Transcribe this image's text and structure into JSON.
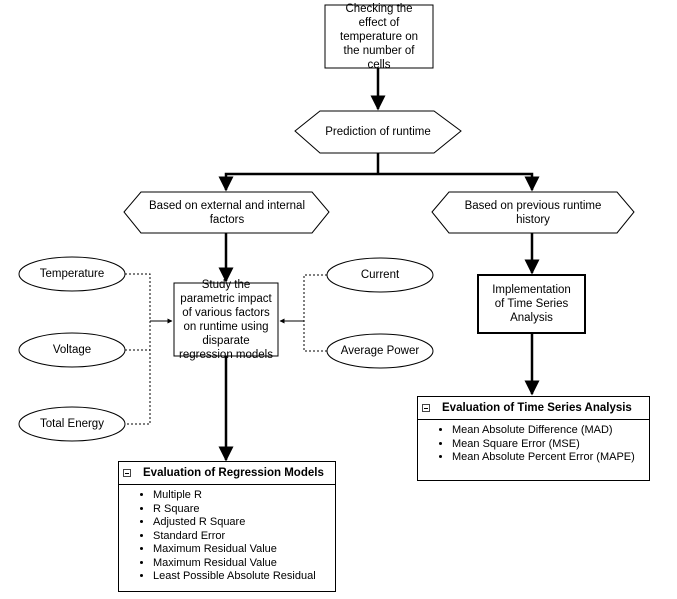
{
  "nodes": {
    "top": "Checking the effect of temperature on the number of cells",
    "decision": "Prediction of runtime",
    "left_branch": "Based on external and internal factors",
    "right_branch": "Based on previous runtime history",
    "study": "Study the parametric impact of various factors on runtime using disparate regression models",
    "ts_impl": "Implementation of Time Series Analysis",
    "temperature": "Temperature",
    "voltage": "Voltage",
    "total_energy": "Total Energy",
    "current": "Current",
    "average_power": "Average Power"
  },
  "regression_panel": {
    "title": "Evaluation of Regression Models",
    "items": [
      "Multiple R",
      "R Square",
      "Adjusted R Square",
      "Standard Error",
      "Maximum Residual Value",
      "Maximum Residual Value",
      "Least Possible Absolute Residual"
    ]
  },
  "timeseries_panel": {
    "title": "Evaluation of Time Series Analysis",
    "items": [
      "Mean Absolute Difference (MAD)",
      "Mean Square Error (MSE)",
      "Mean Absolute Percent Error (MAPE)"
    ]
  }
}
